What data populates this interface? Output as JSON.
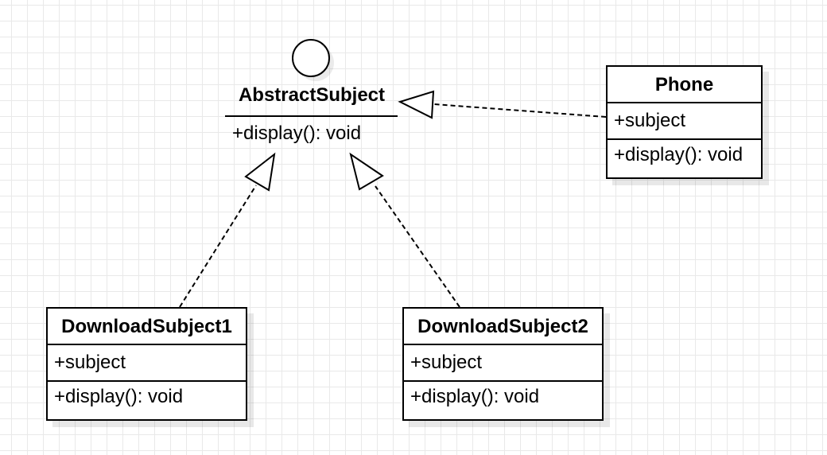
{
  "diagram": {
    "interface": {
      "name": "AbstractSubject",
      "operation": "+display(): void"
    },
    "classes": {
      "phone": {
        "name": "Phone",
        "attribute": "+subject",
        "operation": "+display(): void"
      },
      "download1": {
        "name": "DownloadSubject1",
        "attribute": "+subject",
        "operation": "+display(): void"
      },
      "download2": {
        "name": "DownloadSubject2",
        "attribute": "+subject",
        "operation": "+display(): void"
      }
    },
    "relations": [
      {
        "from": "Phone",
        "to": "AbstractSubject",
        "type": "realization"
      },
      {
        "from": "DownloadSubject1",
        "to": "AbstractSubject",
        "type": "realization"
      },
      {
        "from": "DownloadSubject2",
        "to": "AbstractSubject",
        "type": "realization"
      }
    ]
  }
}
